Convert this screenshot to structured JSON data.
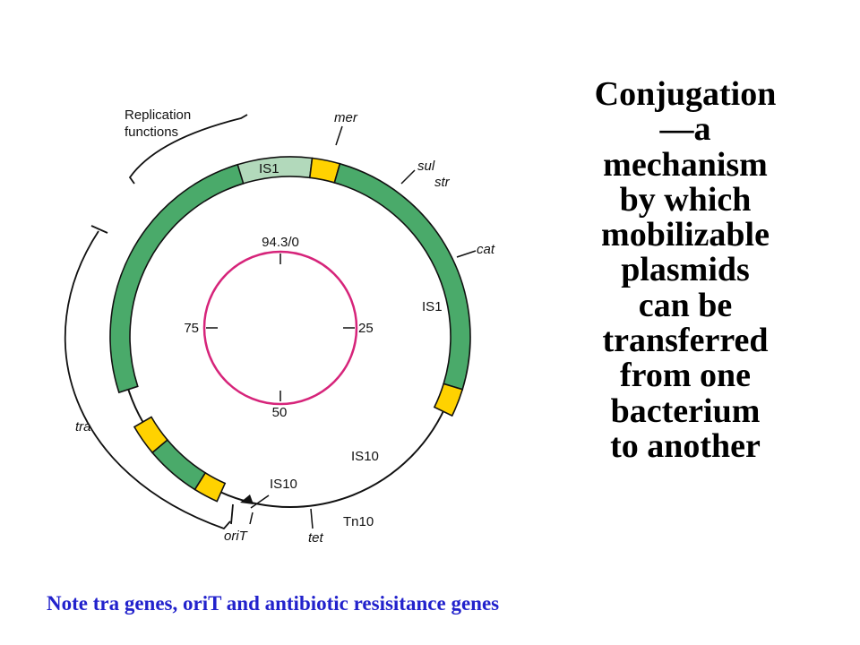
{
  "title_lines": [
    "Conjugation",
    "—a",
    "mechanism",
    "by which",
    "mobilizable",
    "plasmids",
    "can be",
    "transferred",
    "from one",
    "bacterium",
    "to another"
  ],
  "caption": "Note tra genes, oriT and antibiotic resisitance genes",
  "map_scale": {
    "top": "94.3/0",
    "right": "25",
    "bottom": "50",
    "left": "75"
  },
  "labels": {
    "replication_line1": "Replication",
    "replication_line2": "functions",
    "mer": "mer",
    "sul": "sul",
    "str": "str",
    "cat": "cat",
    "tra": "tra",
    "oriT": "oriT",
    "tet": "tet",
    "is1_top": {
      "prefix": "IS",
      "number": "1"
    },
    "is1_right": {
      "prefix": "IS",
      "number": "1"
    },
    "is10_upper": {
      "prefix": "IS",
      "number": "10"
    },
    "is10_lower": {
      "prefix": "IS",
      "number": "10"
    },
    "tn10": {
      "prefix": "Tn",
      "number": "10"
    }
  },
  "colors": {
    "backbone": "#111111",
    "gene_green": "#4aaa6a",
    "replication_green": "#b2d9bb",
    "is_yellow": "#ffd200",
    "map_circle": "#d6247a",
    "title": "#000000",
    "caption": "#2222cc"
  }
}
